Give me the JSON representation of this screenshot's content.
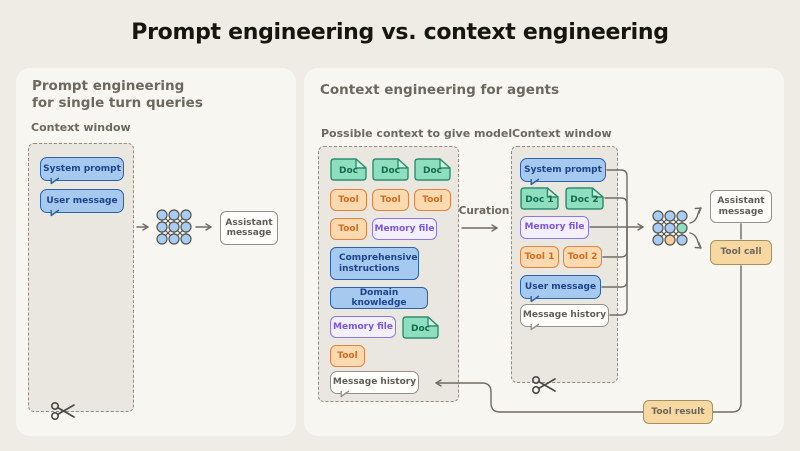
{
  "page_title": "Prompt engineering vs. context engineering",
  "palette": {
    "background": "#efece6",
    "panel": "#f8f6f1",
    "window_fill": "#eae7e1",
    "blue_fill": "#a6c9ef",
    "blue_border": "#2d61a8",
    "green_fill": "#8edec0",
    "green_border": "#2f8e6d",
    "orange_fill": "#fcd9ae",
    "orange_border": "#df8345",
    "purple_border": "#8d79e6",
    "tan_fill": "#f6d8a0",
    "line": "#6e6b64"
  },
  "left_panel": {
    "title_line1": "Prompt engineering",
    "title_line2": "for single turn queries",
    "context_window_label": "Context window",
    "system_prompt": "System prompt",
    "user_message": "User message",
    "assistant_message": "Assistant message"
  },
  "right_panel": {
    "title": "Context engineering for agents",
    "possible_context_label": "Possible context to give model",
    "context_window_label": "Context window",
    "curation_label": "Curation",
    "possible_items": {
      "doc_a": "Doc",
      "doc_b": "Doc",
      "doc_c": "Doc",
      "tool_a": "Tool",
      "tool_b": "Tool",
      "tool_c": "Tool",
      "tool_d": "Tool",
      "memory_file_a": "Memory file",
      "comprehensive_instructions": "Comprehensive instructions",
      "domain_knowledge": "Domain knowledge",
      "memory_file_b": "Memory file",
      "doc_d": "Doc",
      "tool_e": "Tool",
      "message_history": "Message history"
    },
    "context_items": {
      "system_prompt": "System prompt",
      "doc_1": "Doc 1",
      "doc_2": "Doc 2",
      "memory_file": "Memory file",
      "tool_1": "Tool 1",
      "tool_2": "Tool 2",
      "user_message": "User message",
      "message_history": "Message history"
    },
    "outputs": {
      "assistant_message": "Assistant message",
      "tool_call": "Tool call",
      "tool_result": "Tool result"
    }
  }
}
